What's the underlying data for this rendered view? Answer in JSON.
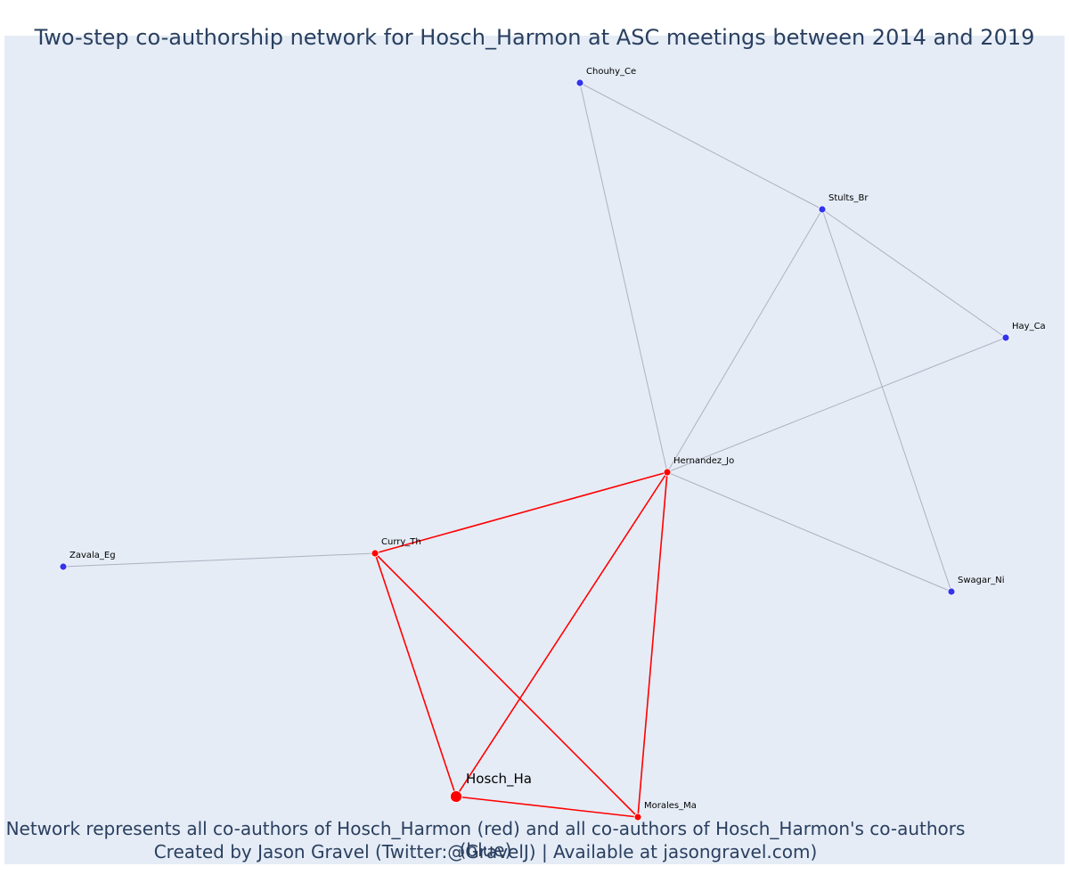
{
  "title": "Two-step co-authorship network for Hosch_Harmon at ASC meetings between 2014 and 2019",
  "caption_line1": "Network represents all co-authors of Hosch_Harmon (red) and all co-authors of Hosch_Harmon's co-authors (blue)",
  "caption_line2": "Created by Jason Gravel (Twitter:@GravelJ) | Available at jasongravel.com)",
  "colors": {
    "plot_bg": "#e5ecf6",
    "red": "#ff0000",
    "blue": "#3333ee",
    "grey_edge": "#b0b0c0",
    "text": "#2a3f5f"
  },
  "chart_data": {
    "type": "network",
    "nodes": [
      {
        "id": "Hosch_Ha",
        "label": "Hosch_Ha",
        "group": "focal"
      },
      {
        "id": "Curry_Th",
        "label": "Curry_Th",
        "group": "red"
      },
      {
        "id": "Hernandez_Jo",
        "label": "Hernandez_Jo",
        "group": "red"
      },
      {
        "id": "Morales_Ma",
        "label": "Morales_Ma",
        "group": "red"
      },
      {
        "id": "Zavala_Eg",
        "label": "Zavala_Eg",
        "group": "blue"
      },
      {
        "id": "Chouhy_Ce",
        "label": "Chouhy_Ce",
        "group": "blue"
      },
      {
        "id": "Stults_Br",
        "label": "Stults_Br",
        "group": "blue"
      },
      {
        "id": "Hay_Ca",
        "label": "Hay_Ca",
        "group": "blue"
      },
      {
        "id": "Swagar_Ni",
        "label": "Swagar_Ni",
        "group": "blue"
      }
    ],
    "edges": [
      {
        "source": "Hosch_Ha",
        "target": "Curry_Th",
        "kind": "red"
      },
      {
        "source": "Hosch_Ha",
        "target": "Hernandez_Jo",
        "kind": "red"
      },
      {
        "source": "Hosch_Ha",
        "target": "Morales_Ma",
        "kind": "red"
      },
      {
        "source": "Curry_Th",
        "target": "Hernandez_Jo",
        "kind": "red"
      },
      {
        "source": "Curry_Th",
        "target": "Morales_Ma",
        "kind": "red"
      },
      {
        "source": "Hernandez_Jo",
        "target": "Morales_Ma",
        "kind": "red"
      },
      {
        "source": "Curry_Th",
        "target": "Zavala_Eg",
        "kind": "grey"
      },
      {
        "source": "Hernandez_Jo",
        "target": "Chouhy_Ce",
        "kind": "grey"
      },
      {
        "source": "Hernandez_Jo",
        "target": "Stults_Br",
        "kind": "grey"
      },
      {
        "source": "Hernandez_Jo",
        "target": "Hay_Ca",
        "kind": "grey"
      },
      {
        "source": "Hernandez_Jo",
        "target": "Swagar_Ni",
        "kind": "grey"
      },
      {
        "source": "Chouhy_Ce",
        "target": "Stults_Br",
        "kind": "grey"
      },
      {
        "source": "Stults_Br",
        "target": "Hay_Ca",
        "kind": "grey"
      },
      {
        "source": "Stults_Br",
        "target": "Swagar_Ni",
        "kind": "grey"
      }
    ]
  }
}
